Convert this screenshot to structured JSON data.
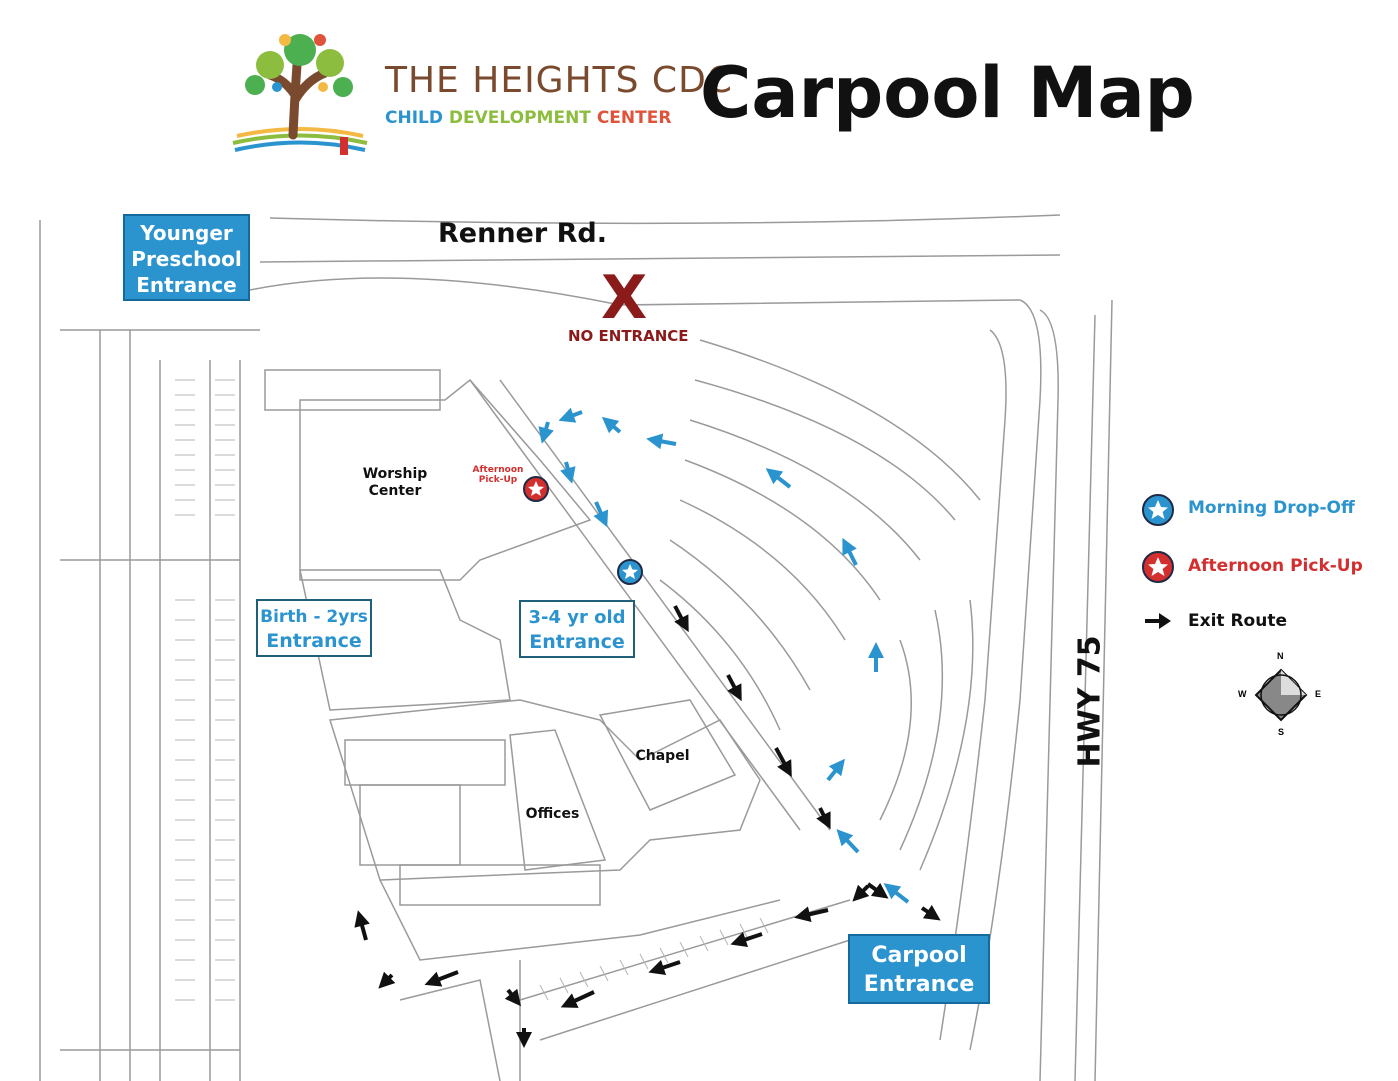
{
  "logo": {
    "line1": "THE HEIGHTS CDC",
    "line2_parts": [
      {
        "text": "CHILD ",
        "color": "#2b94cf"
      },
      {
        "text": "DEVELOPMENT ",
        "color": "#8cbd3f"
      },
      {
        "text": "CENTER",
        "color": "#e0533b"
      }
    ]
  },
  "title": "Carpool Map",
  "roads": {
    "north": "Renner Rd.",
    "east": "HWY 75"
  },
  "no_entrance": {
    "mark": "X",
    "label": "NO ENTRANCE"
  },
  "entrances": {
    "younger_preschool": "Younger Preschool Entrance",
    "birth_2yrs_line1": "Birth - 2yrs",
    "birth_2yrs_line2": "Entrance",
    "three_four_line1": "3-4 yr old",
    "three_four_line2": "Entrance",
    "carpool_line1": "Carpool",
    "carpool_line2": "Entrance"
  },
  "buildings": {
    "worship_line1": "Worship",
    "worship_line2": "Center",
    "chapel": "Chapel",
    "offices": "Offices"
  },
  "afternoon_marker_label_line1": "Afternoon",
  "afternoon_marker_label_line2": "Pick-Up",
  "legend": {
    "morning": "Morning Drop-Off",
    "afternoon": "Afternoon Pick-Up",
    "exit": "Exit Route"
  },
  "compass": {
    "n": "N",
    "s": "S",
    "e": "E",
    "w": "W"
  },
  "colors": {
    "blue": "#2b94cf",
    "red": "#d32f2f",
    "dark_red": "#8b1a1a",
    "black": "#111111",
    "line": "#9a9a9a"
  }
}
